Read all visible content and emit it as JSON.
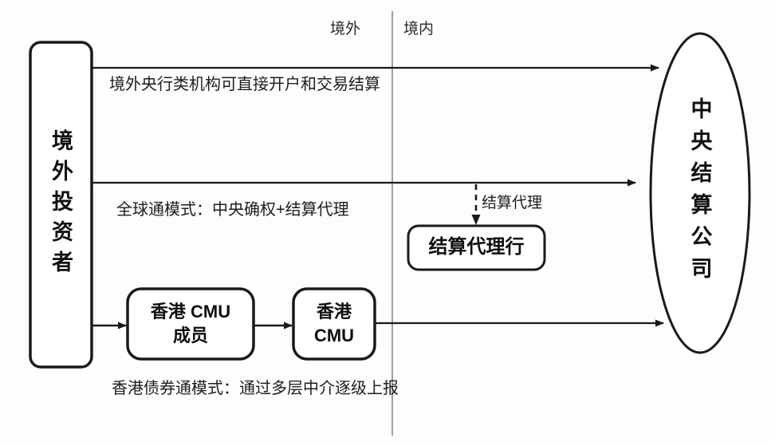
{
  "diagram": {
    "title_regions": {
      "offshore": "境外",
      "onshore": "境内"
    },
    "nodes": {
      "investor": {
        "label": "境外投资者",
        "shape": "rounded-rect-vertical"
      },
      "ccdc": {
        "label": "中央结算公司",
        "shape": "ellipse"
      },
      "settlement_agent_bank": {
        "label": "结算代理行",
        "shape": "rounded-rect"
      },
      "cmu_member": {
        "line1": "香港 CMU",
        "line2": "成员",
        "shape": "rounded-rect"
      },
      "cmu": {
        "line1": "香港",
        "line2": "CMU",
        "shape": "rounded-rect"
      }
    },
    "edge_labels": {
      "settlement_agency": "结算代理"
    },
    "flow_notes": {
      "direct": "境外央行类机构可直接开户和交易结算",
      "global_connect": "全球通模式：中央确权+结算代理",
      "bond_connect": "香港债券通模式：通过多层中介逐级上报"
    },
    "colors": {
      "stroke": "#1a1a1a",
      "text": "#111111",
      "divider": "#9a9a9a",
      "background": "#fdfdfd"
    }
  }
}
